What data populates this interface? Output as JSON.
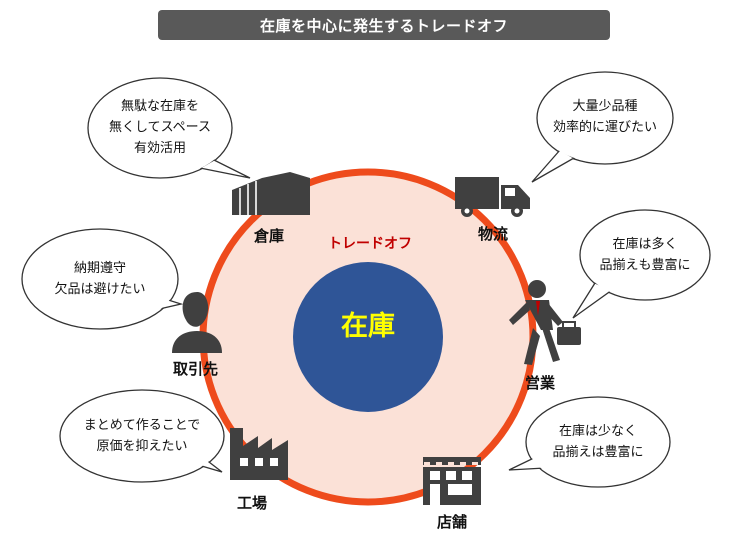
{
  "title": "在庫を中心に発生するトレードオフ",
  "center": {
    "label": "在庫",
    "caption": "トレードオフ"
  },
  "colors": {
    "ring": "#ee4b1c",
    "ring_fill": "#fbe1d7",
    "core": "#2f5597",
    "core_text": "#ffff00",
    "caption": "#c00000",
    "icon": "#404040",
    "title_bg": "#595959"
  },
  "nodes": [
    {
      "id": "warehouse",
      "label": "倉庫",
      "icon": "warehouse-icon",
      "bubble": [
        "無駄な在庫を",
        "無くしてスペース",
        "有効活用"
      ]
    },
    {
      "id": "logistics",
      "label": "物流",
      "icon": "truck-icon",
      "bubble": [
        "大量少品種",
        "効率的に運びたい"
      ]
    },
    {
      "id": "sales",
      "label": "営業",
      "icon": "salesperson-icon",
      "bubble": [
        "在庫は多く",
        "品揃えも豊富に"
      ]
    },
    {
      "id": "store",
      "label": "店舗",
      "icon": "store-icon",
      "bubble": [
        "在庫は少なく",
        "品揃えは豊富に"
      ]
    },
    {
      "id": "factory",
      "label": "工場",
      "icon": "factory-icon",
      "bubble": [
        "まとめて作ることで",
        "原価を抑えたい"
      ]
    },
    {
      "id": "client",
      "label": "取引先",
      "icon": "person-icon",
      "bubble": [
        "納期遵守",
        "欠品は避けたい"
      ]
    }
  ]
}
